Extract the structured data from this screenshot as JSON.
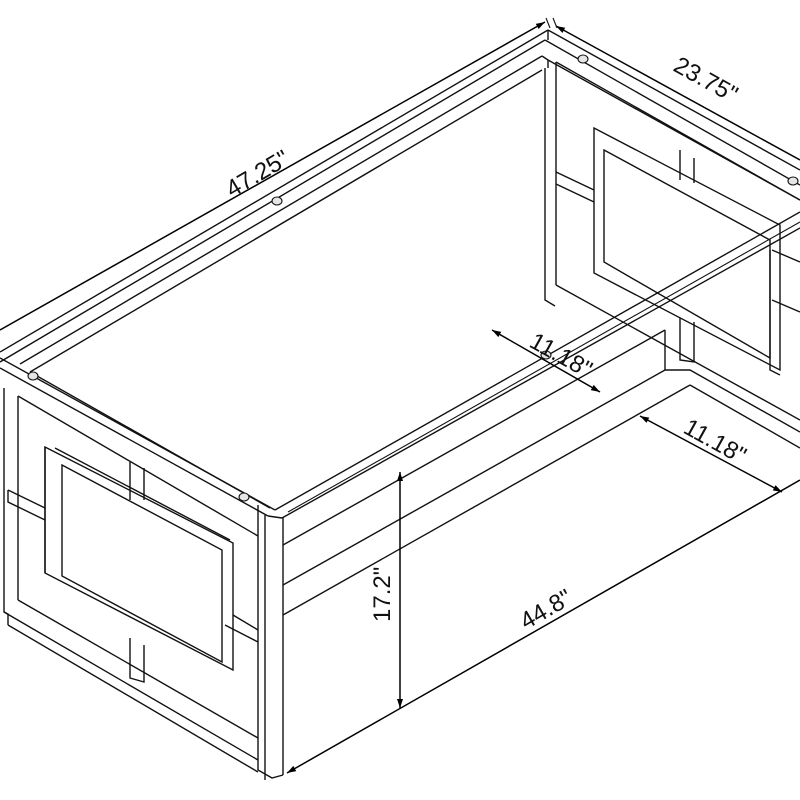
{
  "figure": {
    "subject": "Glass-top coffee table with geometric square side panels",
    "view": "isometric line drawing"
  },
  "dimensions": {
    "top_length": "47.25\"",
    "top_width": "23.75\"",
    "inner_offset_top": "11.18\"",
    "inner_offset_bottom": "11.18\"",
    "height": "17.2\"",
    "base_length": "44.8\""
  },
  "colors": {
    "line": "#111111",
    "background": "#ffffff"
  }
}
